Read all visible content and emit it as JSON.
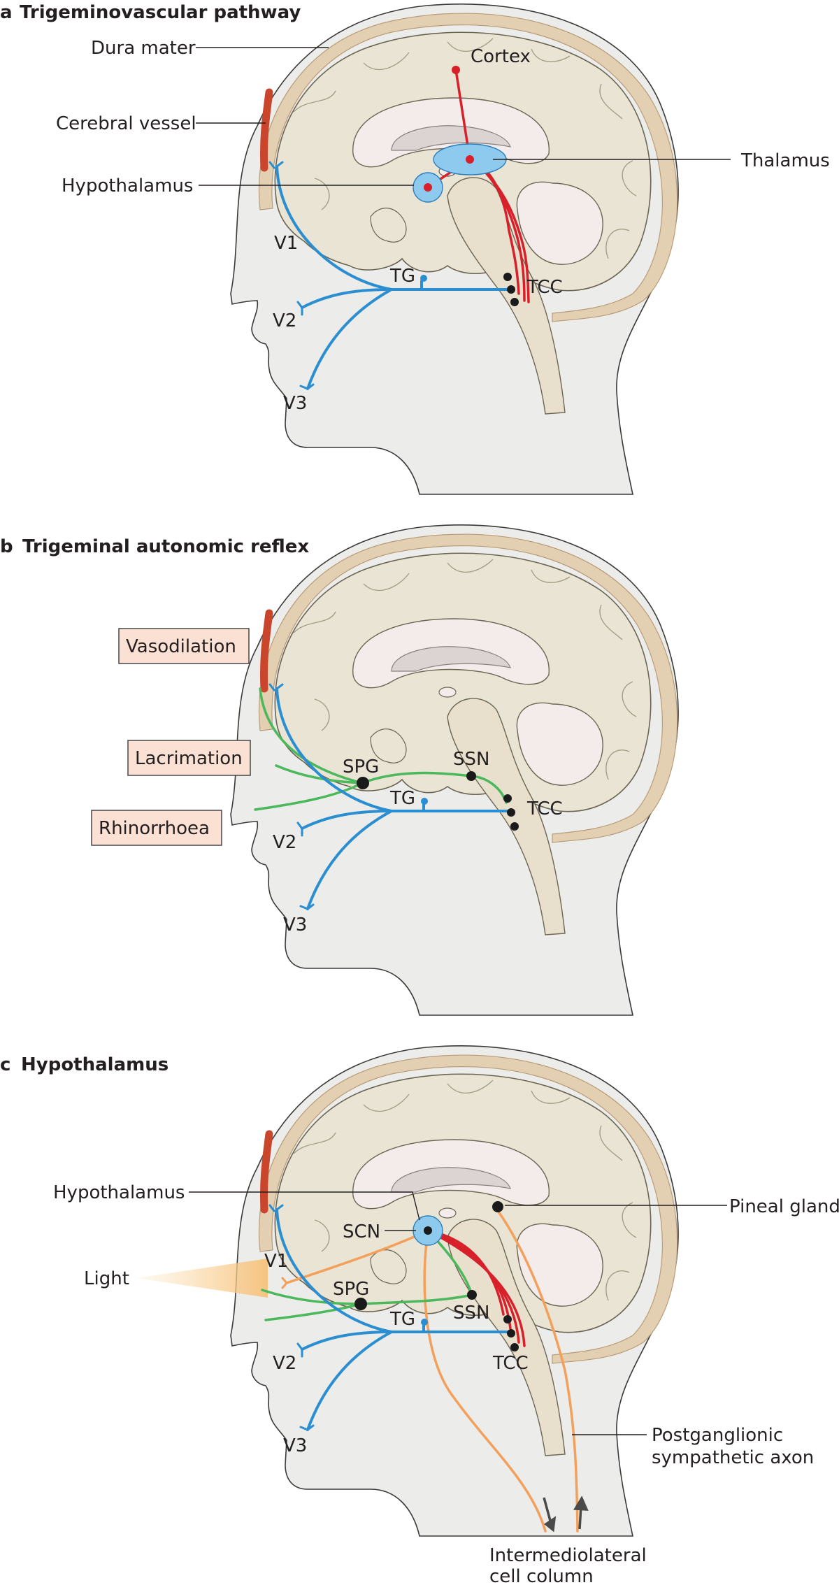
{
  "colors": {
    "skin": "#ececea",
    "skin_outline": "#3a3a3a",
    "dura": "#e3cfb2",
    "brain": "#eae4d4",
    "brain_outline": "#6b6553",
    "inner": "#f4ecea",
    "ventricle": "#dcd3d3",
    "trigeminal": "#2b8ed1",
    "central": "#d7202a",
    "parasympathetic": "#4cb85c",
    "sympathetic": "#f2a05c",
    "nucleus": "#8ec9ee",
    "vessel": "#c9452c",
    "box_fill": "#fbe1d3",
    "dot": "#1a1a1a"
  },
  "panels": [
    {
      "letter": "a",
      "title": "Trigeminovascular pathway",
      "labels": {
        "dura": "Dura mater",
        "vessel": "Cerebral vessel",
        "hypothalamus": "Hypothalamus",
        "cortex": "Cortex",
        "thalamus": "Thalamus",
        "v1": "V1",
        "v2": "V2",
        "v3": "V3",
        "tg": "TG",
        "tcc": "TCC"
      }
    },
    {
      "letter": "b",
      "title": "Trigeminal autonomic reflex",
      "labels": {
        "vasodilation": "Vasodilation",
        "lacrimation": "Lacrimation",
        "rhinorrhoea": "Rhinorrhoea",
        "spg": "SPG",
        "ssn": "SSN",
        "tg": "TG",
        "tcc": "TCC",
        "v2": "V2",
        "v3": "V3"
      }
    },
    {
      "letter": "c",
      "title": "Hypothalamus",
      "labels": {
        "hypothalamus": "Hypothalamus",
        "pineal": "Pineal gland",
        "scn": "SCN",
        "v1": "V1",
        "light": "Light",
        "spg": "SPG",
        "ssn": "SSN",
        "tg": "TG",
        "tcc": "TCC",
        "v2": "V2",
        "v3": "V3",
        "postganglionic_1": "Postganglionic",
        "postganglionic_2": "sympathetic axon",
        "iml_1": "Intermediolateral",
        "iml_2": "cell column"
      }
    }
  ]
}
